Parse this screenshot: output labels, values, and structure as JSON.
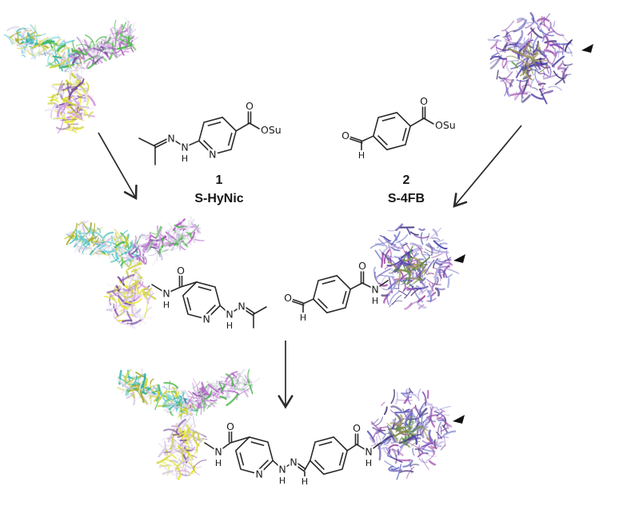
{
  "figure": {
    "description": "Antibody-protein conjugation scheme via HyNic / 4FB hydrazone chemistry",
    "background": "#ffffff"
  },
  "atoms": {
    "N": "N",
    "H": "H",
    "O": "O",
    "OSu": "OSu"
  },
  "compounds": {
    "hynic": {
      "number": "1",
      "name": "S-HyNic"
    },
    "s4fb": {
      "number": "2",
      "name": "S-4FB"
    }
  },
  "colors": {
    "bond": "#2a2a2a",
    "arrow": "#2a2a2a",
    "pointer": "#111111",
    "antibody": {
      "teal": "#2fb0a8",
      "cyan": "#62cdd8",
      "yellow": "#cfd23c",
      "olive": "#a8ab28",
      "green": "#4bb848",
      "magenta": "#b266c4",
      "orchid": "#d49ae0",
      "pale": "#edeaf3",
      "lavender": "#cfc4e4",
      "purple": "#7a4fa0",
      "yellowBright": "#e6e632"
    },
    "protein": {
      "indigo": "#564cae",
      "blue": "#7278cc",
      "violet": "#8a55b8",
      "darkviolet": "#443277",
      "light": "#b4aede",
      "magenta2": "#a453ae",
      "green": "#4f9340",
      "tan": "#a89a62",
      "olive2": "#7e8a48"
    }
  }
}
